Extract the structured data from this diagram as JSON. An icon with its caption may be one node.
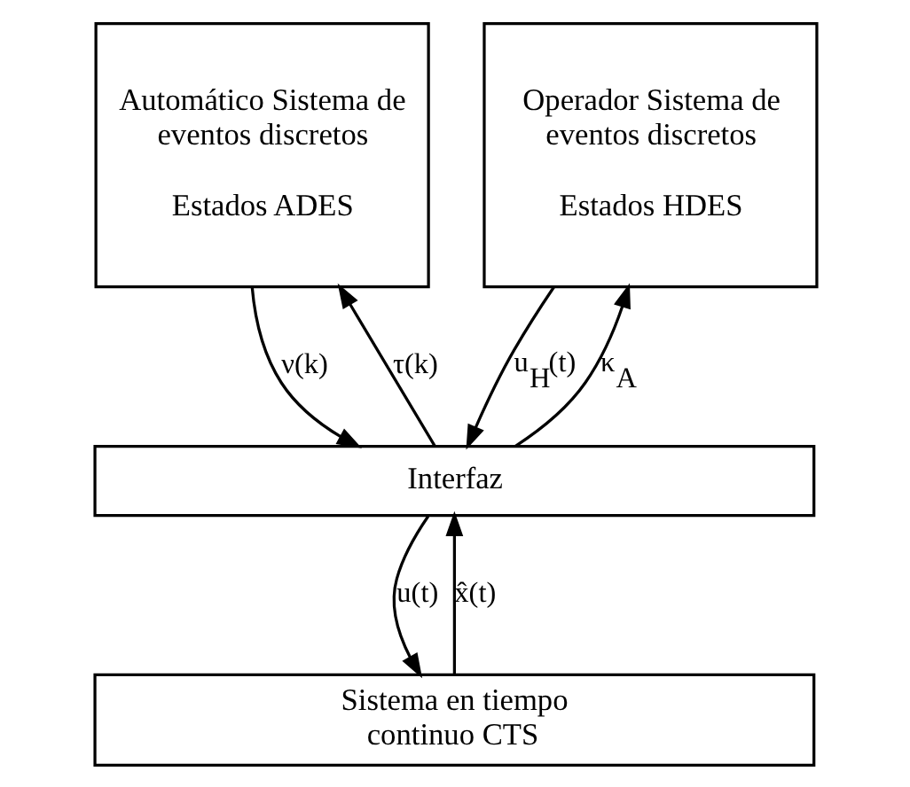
{
  "diagram": {
    "nodes": [
      {
        "text": [
          "Automático Sistema de eventos discretos",
          "Estados ADES"
        ]
      },
      {
        "text": [
          "Operador Sistema de eventos discretos",
          "Estados HDES"
        ]
      },
      {
        "text": [
          "Interfaz"
        ]
      },
      {
        "text": [
          "Sistema en tiempo continuo CTS"
        ]
      }
    ],
    "edges": [
      {
        "from": 0,
        "to": 2,
        "arrow": "to",
        "label": "ν(k)"
      },
      {
        "from": 2,
        "to": 0,
        "arrow": "to",
        "label": "τ(k)"
      },
      {
        "from": 1,
        "to": 2,
        "arrow": "to",
        "label": "u$_{H}$(t)"
      },
      {
        "from": 2,
        "to": 1,
        "arrow": "to",
        "label": "κ$_{A}$"
      },
      {
        "from": 2,
        "to": 3,
        "arrow": "to",
        "label": "u(t)"
      },
      {
        "from": 3,
        "to": 2,
        "arrow": "to",
        "label": "x̂(t)"
      }
    ]
  }
}
